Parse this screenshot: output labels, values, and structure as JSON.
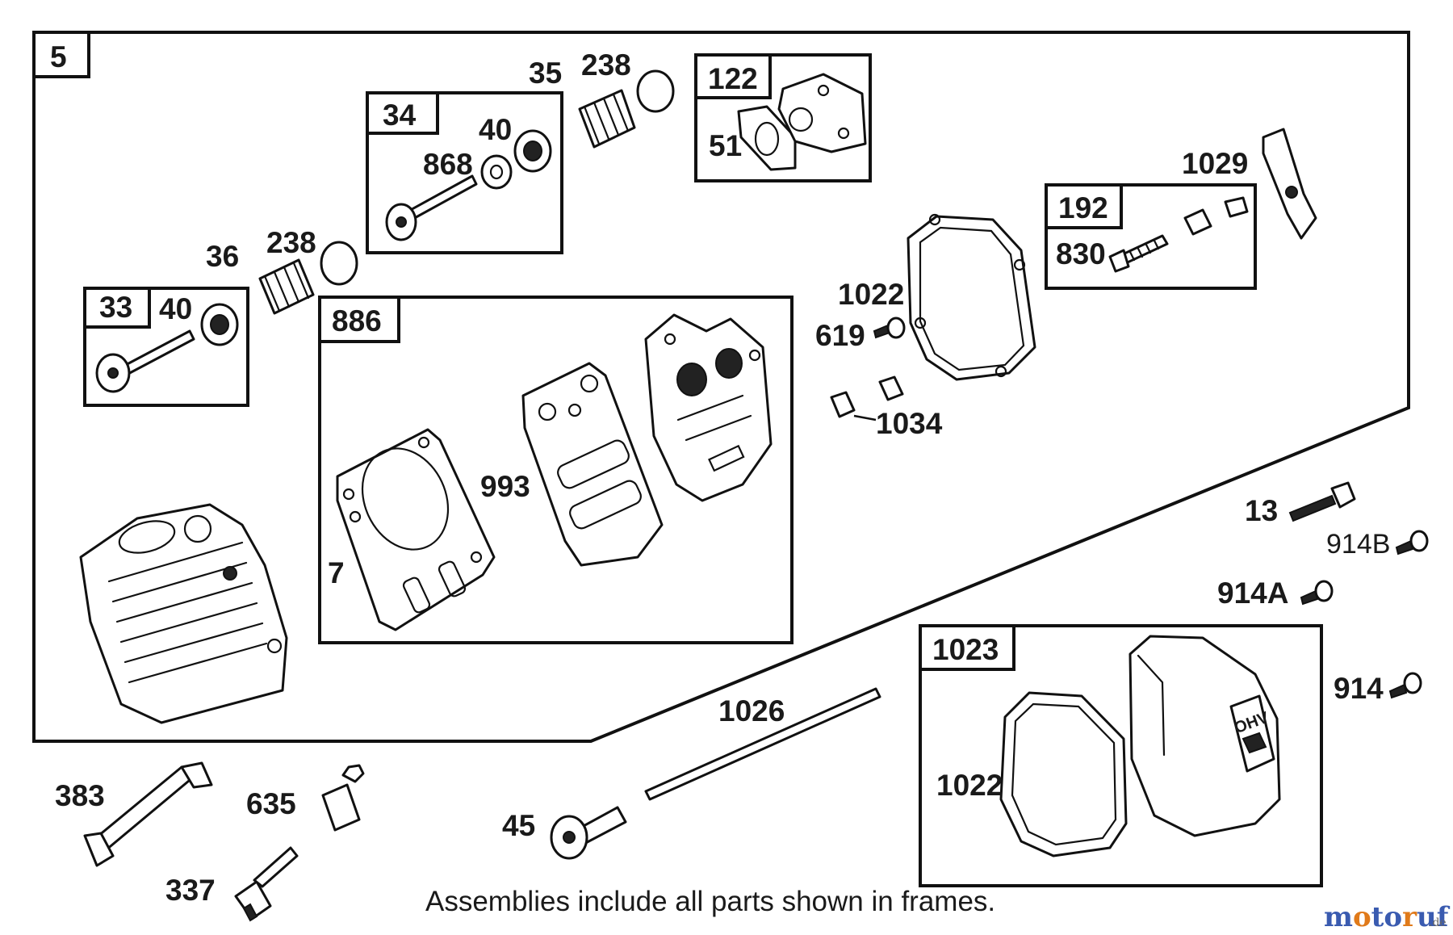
{
  "labels": {
    "p5": "5",
    "p35": "35",
    "p238a": "238",
    "p122": "122",
    "p51": "51",
    "p34": "34",
    "p40a": "40",
    "p868": "868",
    "p1029": "1029",
    "p192": "192",
    "p830": "830",
    "p36": "36",
    "p238b": "238",
    "p33": "33",
    "p40b": "40",
    "p886": "886",
    "p1022a": "1022",
    "p619": "619",
    "p1034": "1034",
    "p993": "993",
    "p7": "7",
    "p13": "13",
    "p914b": "914B",
    "p914a": "914A",
    "p1023": "1023",
    "p914": "914",
    "p1026": "1026",
    "p1022b": "1022",
    "p383": "383",
    "p635": "635",
    "p45": "45",
    "p337": "337"
  },
  "cover_text": "OHV",
  "footnote": "Assemblies include all parts shown in frames.",
  "watermark": {
    "main": "motoruf",
    "suffix": ".de"
  },
  "colors": {
    "line": "#111111",
    "background": "#ffffff"
  }
}
